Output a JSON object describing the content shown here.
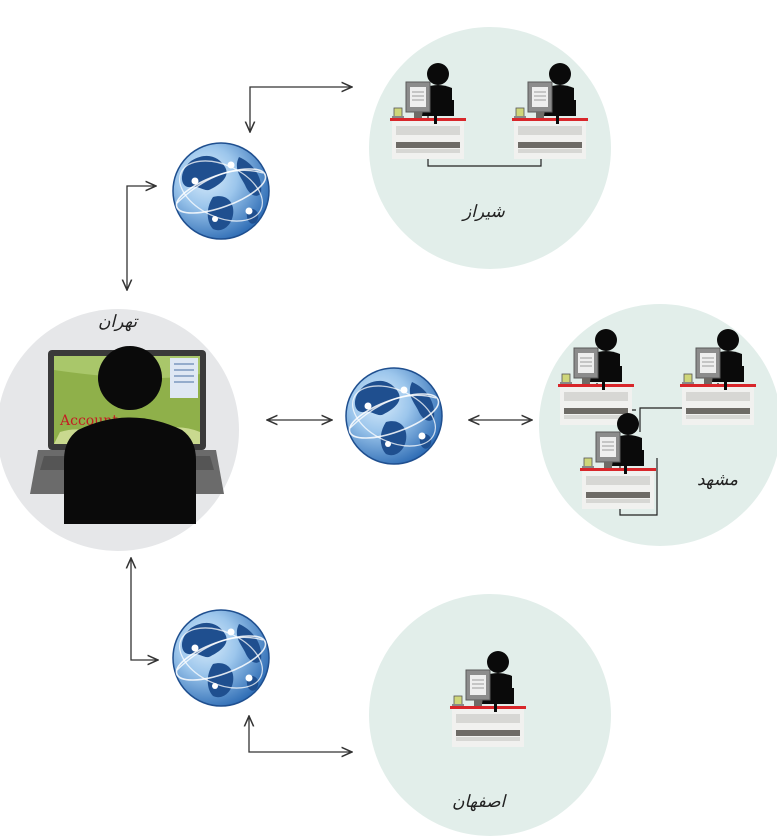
{
  "nodes": {
    "tehran": {
      "label": "تهران"
    },
    "shiraz": {
      "label": "شیراز"
    },
    "mashhad": {
      "label": "مشهد"
    },
    "isfahan": {
      "label": "اصفهان"
    }
  },
  "screen_text": "Account",
  "colors": {
    "branch_circle": "#e2eeea",
    "hq_circle": "#e6e7e9",
    "globe_ocean": "#2f6db5",
    "globe_land": "#1f4f8f",
    "desk_accent": "#d8262a",
    "figure": "#0a0a0a"
  },
  "icons": {
    "network": "globe-icon",
    "branch_station": "workstation-person-icon",
    "hq_station": "laptop-person-icon"
  }
}
